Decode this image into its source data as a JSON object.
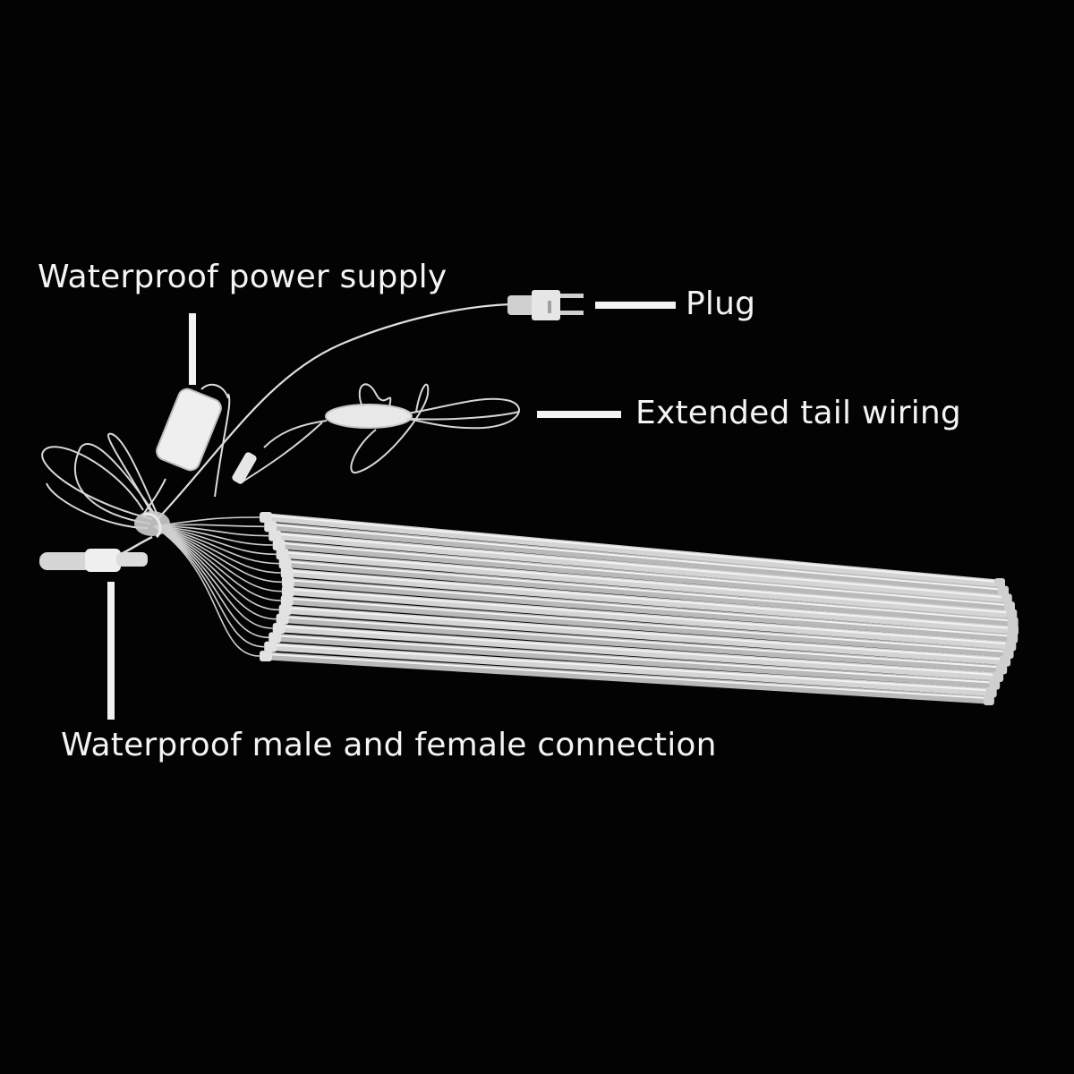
{
  "image": {
    "background_color": "#030303",
    "product_color": "#dcdcdc"
  },
  "labels": {
    "power_supply": "Waterproof power supply",
    "plug": "Plug",
    "tail_wiring": "Extended tail wiring",
    "connection": "Waterproof male and female connection"
  },
  "icons": [
    "plug-icon",
    "power-box-icon",
    "connector-icon",
    "tube-bundle-icon"
  ]
}
